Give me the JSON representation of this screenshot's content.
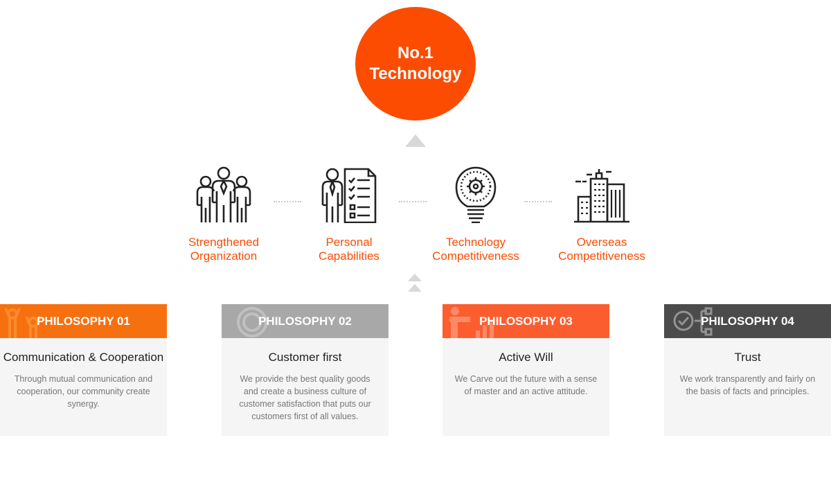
{
  "hero": {
    "line1": "No.1",
    "line2": "Technology",
    "color": "#fc4c02"
  },
  "values": [
    {
      "label": "Strengthened\nOrganization",
      "icon": "team-icon"
    },
    {
      "label": "Personal\nCapabilities",
      "icon": "checklist-person-icon"
    },
    {
      "label": "Technology\nCompetitiveness",
      "icon": "lightbulb-gear-icon"
    },
    {
      "label": "Overseas\nCompetitiveness",
      "icon": "city-buildings-icon"
    }
  ],
  "philosophies": [
    {
      "header": "PHILOSOPHY 01",
      "title": "Communication & Cooperation",
      "desc": "Through mutual communication and cooperation, our community create synergy.",
      "color": "#f7700f",
      "icon": "people-cheering-icon"
    },
    {
      "header": "PHILOSOPHY 02",
      "title": "Customer first",
      "desc": "We provide the best quality goods and create a business culture of customer satisfaction that puts our customers first of all values.",
      "color": "#a8a8a8",
      "icon": "lightbulb-icon"
    },
    {
      "header": "PHILOSOPHY 03",
      "title": "Active Will",
      "desc": "We Carve out the future with a sense of master and an active attitude.",
      "color": "#fc5d2e",
      "icon": "presenter-chart-icon"
    },
    {
      "header": "PHILOSOPHY 04",
      "title": "Trust",
      "desc": "We work transparently and fairly on the basis of facts and principles.",
      "color": "#4b4b4b",
      "icon": "check-flowchart-icon"
    }
  ]
}
